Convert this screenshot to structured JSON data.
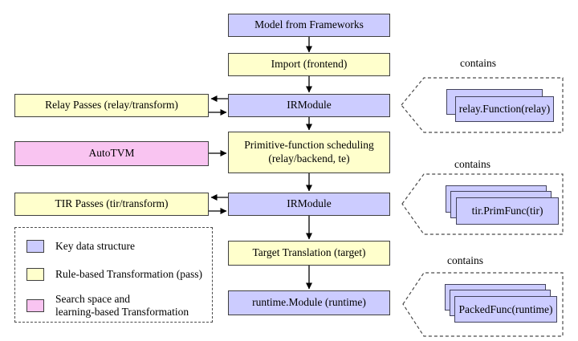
{
  "colors": {
    "key_data_structure_fill": "#ccccff",
    "rule_based_transformation_fill": "#ffffcc",
    "search_space_transformation_fill": "#f9c4f1",
    "box_border": "#3f3f3f",
    "dashed_border": "#4a4a4a",
    "arrow": "#000000",
    "background": "#ffffff"
  },
  "flow_nodes": {
    "model": {
      "label": "Model from Frameworks",
      "type": "key-data-structure"
    },
    "import": {
      "label": "Import (frontend)",
      "type": "rule-based-transformation"
    },
    "irmodule_top": {
      "label": "IRModule",
      "type": "key-data-structure"
    },
    "primitive_scheduling": {
      "label": "Primitive-function scheduling\n(relay/backend, te)",
      "type": "rule-based-transformation"
    },
    "irmodule_bottom": {
      "label": "IRModule",
      "type": "key-data-structure"
    },
    "target_translation": {
      "label": "Target Translation (target)",
      "type": "rule-based-transformation"
    },
    "runtime_module": {
      "label": "runtime.Module (runtime)",
      "type": "key-data-structure"
    },
    "relay_passes": {
      "label": "Relay Passes (relay/transform)",
      "type": "rule-based-transformation"
    },
    "autotvm": {
      "label": "AutoTVM",
      "type": "search-space-transformation"
    },
    "tir_passes": {
      "label": "TIR Passes (tir/transform)",
      "type": "rule-based-transformation"
    }
  },
  "contains_groups": [
    {
      "label": "contains",
      "item": "relay.Function(relay)",
      "stack_count": 2,
      "linked_node": "IRModule"
    },
    {
      "label": "contains",
      "item": "tir.PrimFunc(tir)",
      "stack_count": 3,
      "linked_node": "IRModule"
    },
    {
      "label": "contains",
      "item": "PackedFunc(runtime)",
      "stack_count": 3,
      "linked_node": "runtime.Module (runtime)"
    }
  ],
  "legend": {
    "items": [
      {
        "swatch_color": "#ccccff",
        "label": "Key data structure"
      },
      {
        "swatch_color": "#ffffcc",
        "label": "Rule-based Transformation (pass)"
      },
      {
        "swatch_color": "#f9c4f1",
        "label": "Search space and\nlearning-based Transformation"
      }
    ]
  }
}
